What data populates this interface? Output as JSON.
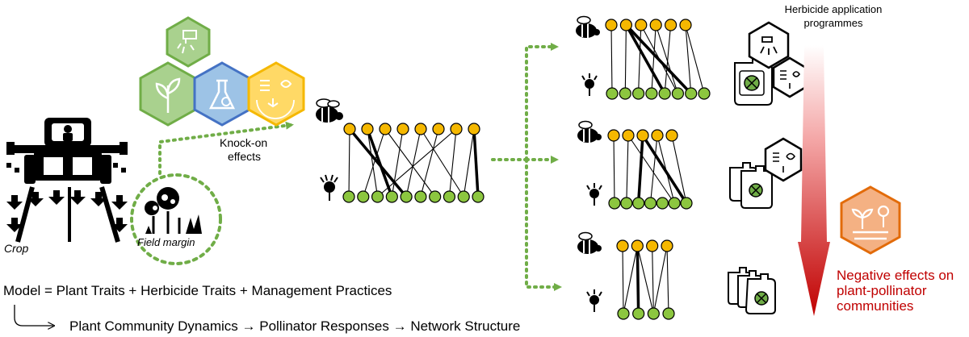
{
  "labels": {
    "crop": "Crop",
    "field_margin": "Field margin",
    "knock_on_line1": "Knock-on",
    "knock_on_line2": "effects",
    "herbicide_line1": "Herbicide application",
    "herbicide_line2": "programmes",
    "negative_line1": "Negative effects on",
    "negative_line2": "plant-pollinator",
    "negative_line3": "communities",
    "model_equation": "Model = Plant Traits + Herbicide Traits + Management Practices",
    "pathway": "Plant Community Dynamics → Pollinator Responses → Network Structure"
  },
  "colors": {
    "green": "#70ad47",
    "pollinator_node": "#f5b800",
    "plant_node": "#8cc63f",
    "hex_green": "#a9d18e",
    "hex_blue": "#9dc3e6",
    "hex_yellow": "#ffd966",
    "hex_red": "#f4b183",
    "accent_red": "#c00000",
    "black": "#000000"
  },
  "icons": [
    "tractor-sprayer-icon",
    "field-margin-flowers-icon",
    "herbicide-spray-hexagon-icon",
    "leaf-hexagon-icon",
    "lab-flask-hexagon-icon",
    "management-cycle-hexagon-icon",
    "bee-icon",
    "thistle-flower-icon",
    "herbicide-container-icon",
    "impact-hexagon-icon"
  ],
  "networks": [
    {
      "id": "main",
      "pollinators": 8,
      "plants": 10,
      "links": [
        [
          0,
          0,
          1
        ],
        [
          0,
          4,
          3
        ],
        [
          1,
          3,
          3
        ],
        [
          1,
          2,
          1
        ],
        [
          2,
          1,
          1
        ],
        [
          2,
          6,
          1
        ],
        [
          3,
          3,
          1
        ],
        [
          4,
          4,
          1
        ],
        [
          4,
          8,
          1
        ],
        [
          5,
          5,
          1
        ],
        [
          6,
          7,
          1
        ],
        [
          6,
          2,
          1
        ],
        [
          7,
          9,
          3
        ],
        [
          7,
          8,
          1
        ]
      ]
    },
    {
      "id": "top",
      "pollinators": 6,
      "plants": 8,
      "links": [
        [
          0,
          0,
          1
        ],
        [
          1,
          1,
          1
        ],
        [
          1,
          4,
          3
        ],
        [
          1,
          6,
          3
        ],
        [
          2,
          2,
          1
        ],
        [
          2,
          5,
          1
        ],
        [
          3,
          3,
          1
        ],
        [
          3,
          5,
          1
        ],
        [
          4,
          4,
          1
        ],
        [
          5,
          6,
          1
        ],
        [
          5,
          7,
          1
        ]
      ]
    },
    {
      "id": "middle",
      "pollinators": 5,
      "plants": 7,
      "links": [
        [
          0,
          0,
          1
        ],
        [
          1,
          1,
          1
        ],
        [
          1,
          5,
          1
        ],
        [
          2,
          2,
          3
        ],
        [
          2,
          6,
          3
        ],
        [
          3,
          3,
          1
        ],
        [
          3,
          5,
          1
        ],
        [
          4,
          6,
          1
        ]
      ]
    },
    {
      "id": "bottom",
      "pollinators": 4,
      "plants": 4,
      "links": [
        [
          0,
          0,
          1
        ],
        [
          1,
          1,
          3
        ],
        [
          1,
          0,
          1
        ],
        [
          1,
          2,
          1
        ],
        [
          2,
          2,
          1
        ],
        [
          3,
          3,
          1
        ],
        [
          3,
          2,
          1
        ]
      ]
    }
  ]
}
